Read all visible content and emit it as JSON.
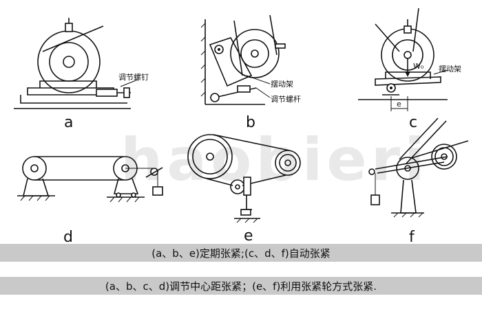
{
  "watermark": "haobieri",
  "panels": {
    "a": {
      "letter": "a",
      "label": "调节螺钉"
    },
    "b": {
      "letter": "b",
      "label1": "摆动架",
      "label2": "调节螺杆"
    },
    "c": {
      "letter": "c",
      "label1": "摆动架",
      "sym1": "W₀",
      "sym2": "e"
    },
    "d": {
      "letter": "d"
    },
    "e": {
      "letter": "e"
    },
    "f": {
      "letter": "f"
    }
  },
  "captions": {
    "line1": "(a、b、e)定期张紧;(c、d、f)自动张紧",
    "line2": "(a、b、c、d)调节中心距张紧；(e、f)利用张紧轮方式张紧."
  }
}
